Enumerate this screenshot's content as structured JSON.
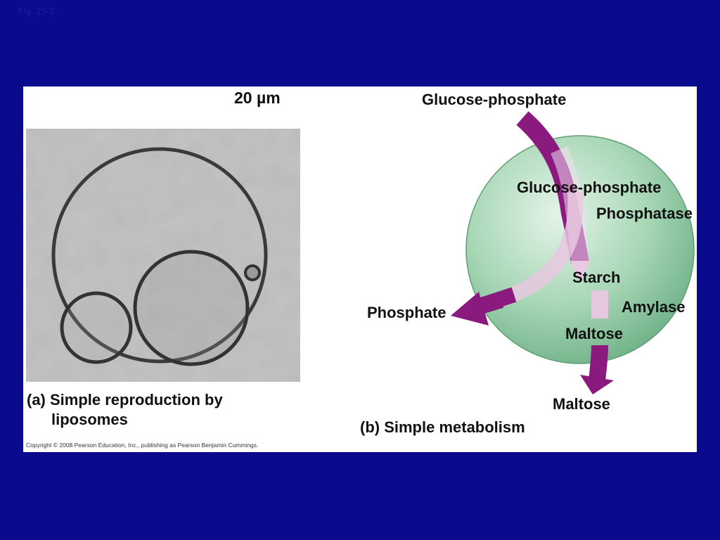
{
  "figure_label": "Fig. 25-3",
  "panel_a": {
    "scale_bar": "20 µm",
    "caption_line1": "(a) Simple reproduction by",
    "caption_line2": "liposomes"
  },
  "panel_b": {
    "caption": "(b) Simple metabolism",
    "labels": {
      "glucose_phosphate_outside": "Glucose-phosphate",
      "glucose_phosphate_inside": "Glucose-phosphate",
      "phosphatase": "Phosphatase",
      "starch": "Starch",
      "amylase": "Amylase",
      "phosphate": "Phosphate",
      "maltose_inside": "Maltose",
      "maltose_outside": "Maltose"
    }
  },
  "copyright": "Copyright © 2008 Pearson Education, Inc., publishing as Pearson Benjamin Cummings.",
  "colors": {
    "background": "#0a0a8c",
    "arrow": "#8b1a7e",
    "sphere": "#9fd4b0"
  }
}
